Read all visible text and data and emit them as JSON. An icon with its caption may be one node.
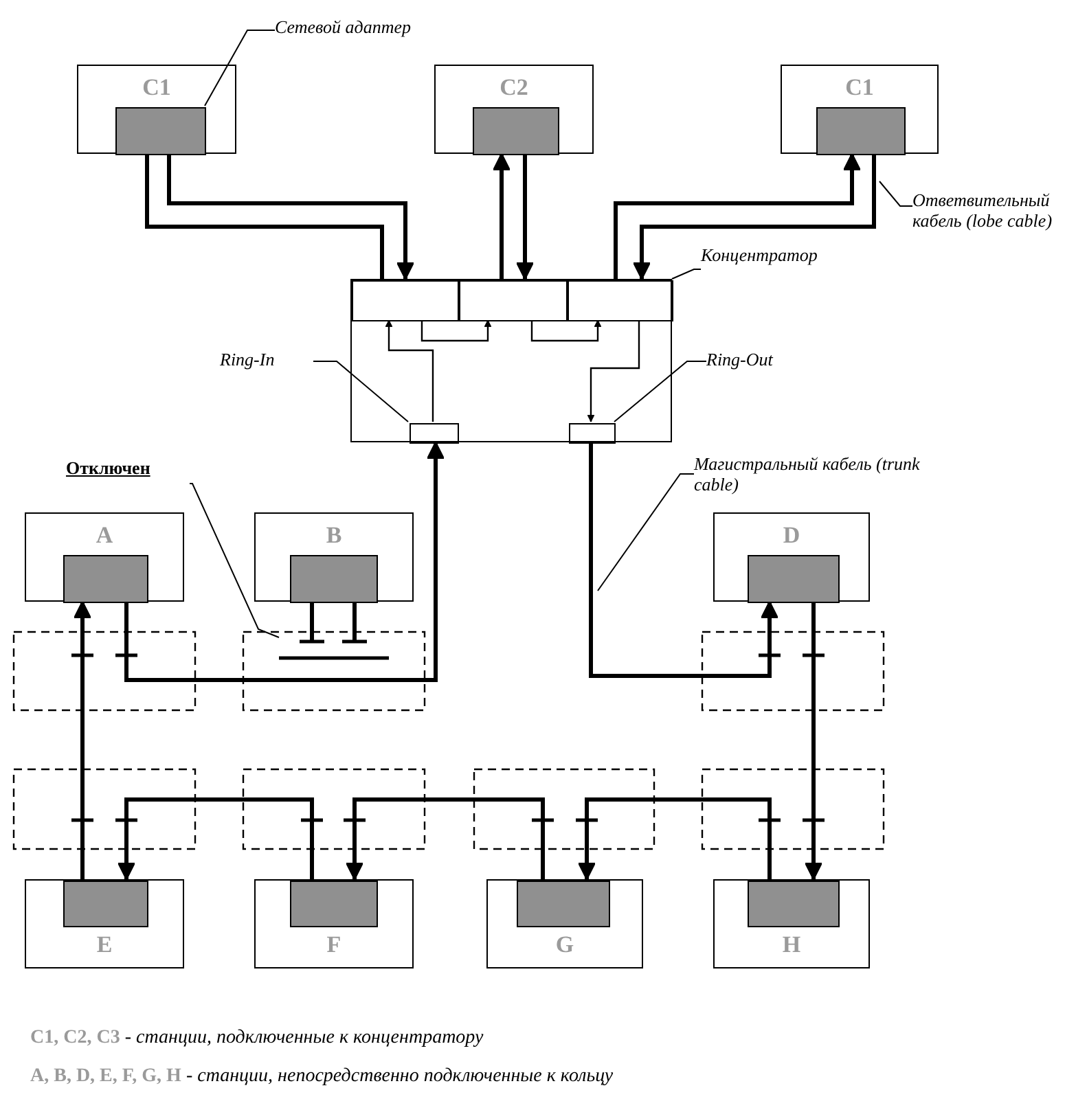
{
  "diagram": {
    "nodes": [
      {
        "text": [
          "C1"
        ]
      },
      {
        "text": [],
        "shape": "box",
        "in": 0
      },
      {
        "text": [
          "C2"
        ]
      },
      {
        "text": [],
        "shape": "box",
        "in": 2
      },
      {
        "text": [
          "C1"
        ]
      },
      {
        "text": [],
        "shape": "box",
        "in": 4
      },
      {
        "text": [
          "Сетевой адаптер"
        ]
      },
      {
        "text": [
          "Ответвительный кабель (lobe cable)"
        ]
      },
      {
        "text": [
          "Концентратор"
        ]
      },
      {
        "text": [],
        "shape": "box"
      },
      {
        "text": [],
        "shape": "box",
        "in": 9
      },
      {
        "text": [],
        "shape": "box",
        "in": 9
      },
      {
        "text": [],
        "shape": "box",
        "in": 9
      },
      {
        "text": [
          "Ring-In"
        ]
      },
      {
        "text": [
          "Ring-Out"
        ]
      },
      {
        "text": [],
        "shape": "box",
        "in": 9
      },
      {
        "text": [],
        "shape": "box",
        "in": 9
      },
      {
        "text": [
          "Отключен"
        ]
      },
      {
        "text": [
          "Магистральный кабель (trunk cable)"
        ]
      },
      {
        "text": [
          "A"
        ]
      },
      {
        "text": [],
        "shape": "box",
        "in": 19
      },
      {
        "text": [
          "B"
        ]
      },
      {
        "text": [],
        "shape": "box",
        "in": 21
      },
      {
        "text": [
          "D"
        ]
      },
      {
        "text": [],
        "shape": "box",
        "in": 23
      },
      {
        "text": [
          "E"
        ]
      },
      {
        "text": [],
        "shape": "box",
        "in": 25
      },
      {
        "text": [
          "F"
        ]
      },
      {
        "text": [],
        "shape": "box",
        "in": 27
      },
      {
        "text": [
          "G"
        ]
      },
      {
        "text": [],
        "shape": "box",
        "in": 29
      },
      {
        "text": [
          "H"
        ]
      },
      {
        "text": [],
        "shape": "box",
        "in": 31
      },
      {
        "text": [],
        "shape": "bar"
      }
    ],
    "edges": [
      {
        "from": 1,
        "to": 10,
        "arrow": "to"
      },
      {
        "from": 10,
        "to": 1,
        "arrow": "none"
      },
      {
        "from": 11,
        "to": 3,
        "arrow": "to"
      },
      {
        "from": 3,
        "to": 11,
        "arrow": "to"
      },
      {
        "from": 12,
        "to": 5,
        "arrow": "to"
      },
      {
        "from": 5,
        "to": 12,
        "arrow": "to"
      },
      {
        "from": 15,
        "to": 10,
        "arrow": "to"
      },
      {
        "from": 10,
        "to": 11,
        "arrow": "to"
      },
      {
        "from": 11,
        "to": 12,
        "arrow": "to"
      },
      {
        "from": 12,
        "to": 16,
        "arrow": "to"
      },
      {
        "from": 16,
        "to": 24,
        "arrow": "to"
      },
      {
        "from": 24,
        "to": 32,
        "arrow": "to"
      },
      {
        "from": 32,
        "to": 30,
        "arrow": "to"
      },
      {
        "from": 30,
        "to": 28,
        "arrow": "to"
      },
      {
        "from": 28,
        "to": 26,
        "arrow": "to"
      },
      {
        "from": 26,
        "to": 20,
        "arrow": "to"
      },
      {
        "from": 20,
        "to": 15,
        "arrow": "to"
      },
      {
        "from": 22,
        "to": 33,
        "arrow": "none"
      },
      {
        "from": 22,
        "to": 33,
        "arrow": "none"
      },
      {
        "from": 6,
        "to": 1,
        "arrow": "none"
      },
      {
        "from": 7,
        "to": null,
        "arrow": "none"
      },
      {
        "from": 8,
        "to": 9,
        "arrow": "none"
      },
      {
        "from": 13,
        "to": 15,
        "arrow": "none"
      },
      {
        "from": 14,
        "to": 16,
        "arrow": "none"
      },
      {
        "from": 17,
        "to": 33,
        "arrow": "none"
      },
      {
        "from": 18,
        "to": null,
        "arrow": "none"
      }
    ],
    "labels": [
      "C1, C2, C3",
      "- станции, подключенные к концентратору",
      "A, B, D, E, F, G, H",
      "- станции, непосредственно подключенные к кольцу"
    ]
  }
}
